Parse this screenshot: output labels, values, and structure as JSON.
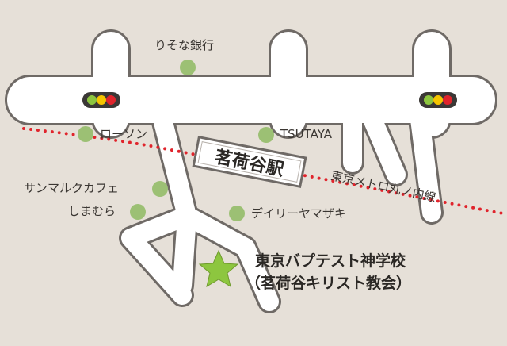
{
  "landmarks": {
    "resona_bank": "りそな銀行",
    "lawson": "ローソン",
    "tsutaya": "TSUTAYA",
    "saint_marc_cafe": "サンマルクカフェ",
    "shimamura": "しまむら",
    "daily_yamazaki": "デイリーヤマザキ"
  },
  "station": {
    "name": "茗荷谷駅"
  },
  "rail_line": {
    "name": "東京メトロ丸ノ内線"
  },
  "destination": {
    "name": "東京バプテスト神学校",
    "subtitle": "（茗荷谷キリスト教会）"
  },
  "colors": {
    "background": "#e6e0d8",
    "road_fill": "#ffffff",
    "road_edge": "#6f6a66",
    "rail_dots": "#e0242c",
    "landmark_dot": "#9cc074",
    "star": "#8dc63f",
    "signal_green": "#8dc63f",
    "signal_yellow": "#f5c500",
    "signal_red": "#e0242c"
  },
  "icons": {
    "landmark_marker": "green-circle",
    "destination_marker": "star",
    "traffic_light": "three-lamp-signal"
  }
}
